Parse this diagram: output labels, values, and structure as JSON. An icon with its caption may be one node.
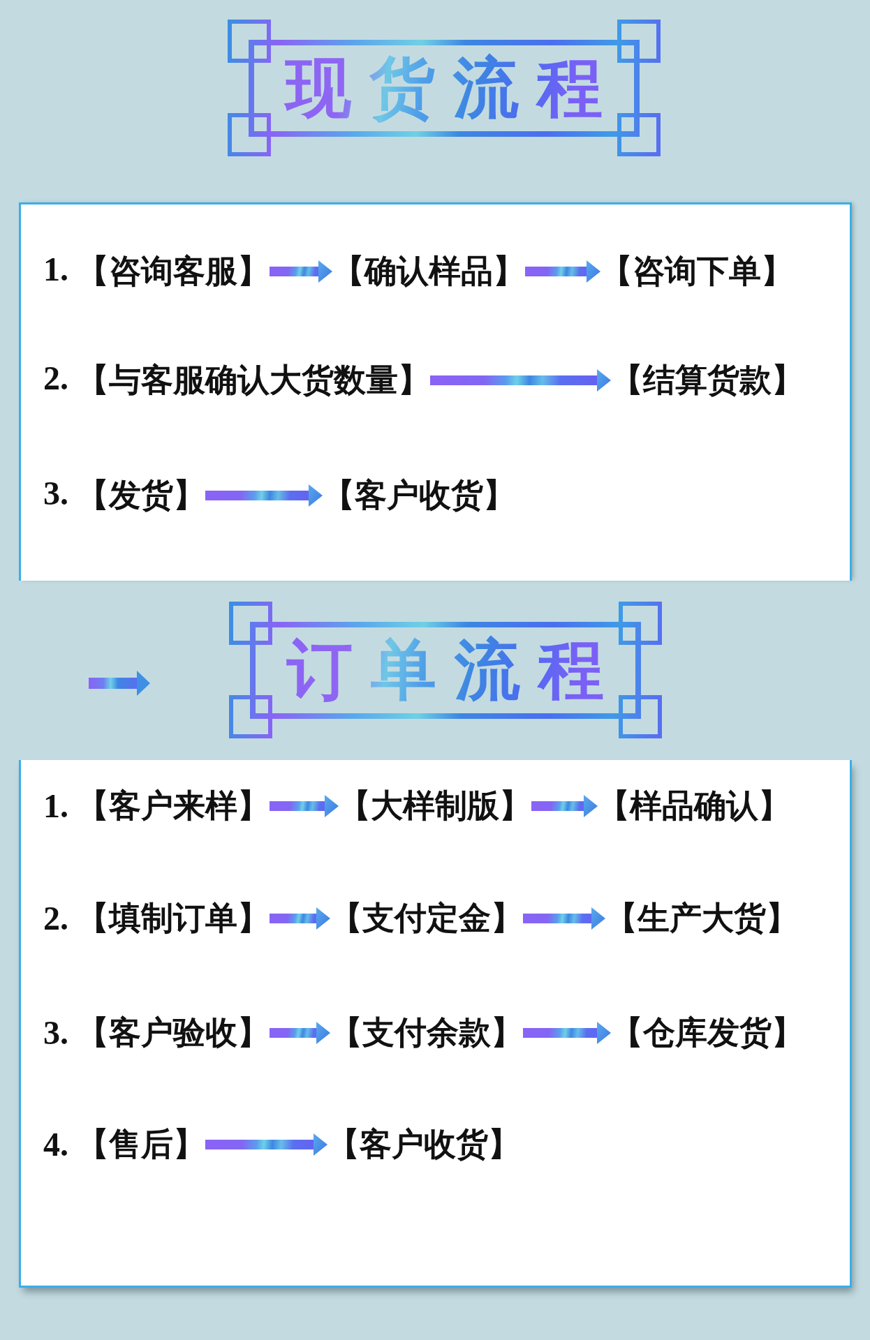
{
  "diagram": {
    "nodes": [
      {
        "text": [
          "现货流程"
        ]
      },
      {
        "text": [],
        "shape": "box"
      },
      {
        "text": [
          "【咨询客服】"
        ],
        "in": 1
      },
      {
        "text": [
          "【确认样品】"
        ],
        "in": 1
      },
      {
        "text": [
          "【咨询下单】"
        ],
        "in": 1
      },
      {
        "text": [
          "【与客服确认大货数量】"
        ],
        "in": 1
      },
      {
        "text": [
          "【结算货款】"
        ],
        "in": 1
      },
      {
        "text": [
          "【发货】"
        ],
        "in": 1
      },
      {
        "text": [
          "【客户收货】"
        ],
        "in": 1
      },
      {
        "text": [
          "订单流程"
        ]
      },
      {
        "text": [],
        "shape": "box"
      },
      {
        "text": [
          "【客户来样】"
        ],
        "in": 10
      },
      {
        "text": [
          "【大样制版】"
        ],
        "in": 10
      },
      {
        "text": [
          "【样品确认】"
        ],
        "in": 10
      },
      {
        "text": [
          "【填制订单】"
        ],
        "in": 10
      },
      {
        "text": [
          "【支付定金】"
        ],
        "in": 10
      },
      {
        "text": [
          "【生产大货】"
        ],
        "in": 10
      },
      {
        "text": [
          "【客户验收】"
        ],
        "in": 10
      },
      {
        "text": [
          "【支付余款】"
        ],
        "in": 10
      },
      {
        "text": [
          "【仓库发货】"
        ],
        "in": 10
      },
      {
        "text": [
          "【售后】"
        ],
        "in": 10
      },
      {
        "text": [
          "【客户收货】"
        ],
        "in": 10
      }
    ],
    "edges": [
      {
        "from": 2,
        "to": 3,
        "arrow": "to"
      },
      {
        "from": 3,
        "to": 4,
        "arrow": "to"
      },
      {
        "from": 5,
        "to": 6,
        "arrow": "to"
      },
      {
        "from": 7,
        "to": 8,
        "arrow": "to"
      },
      {
        "from": 11,
        "to": 12,
        "arrow": "to"
      },
      {
        "from": 12,
        "to": 13,
        "arrow": "to"
      },
      {
        "from": 14,
        "to": 15,
        "arrow": "to"
      },
      {
        "from": 15,
        "to": 16,
        "arrow": "to"
      },
      {
        "from": 17,
        "to": 18,
        "arrow": "to"
      },
      {
        "from": 18,
        "to": 19,
        "arrow": "to"
      },
      {
        "from": 20,
        "to": 21,
        "arrow": "to"
      }
    ],
    "labels": [
      "1.",
      "2.",
      "3.",
      "1.",
      "2.",
      "3.",
      "4."
    ]
  }
}
